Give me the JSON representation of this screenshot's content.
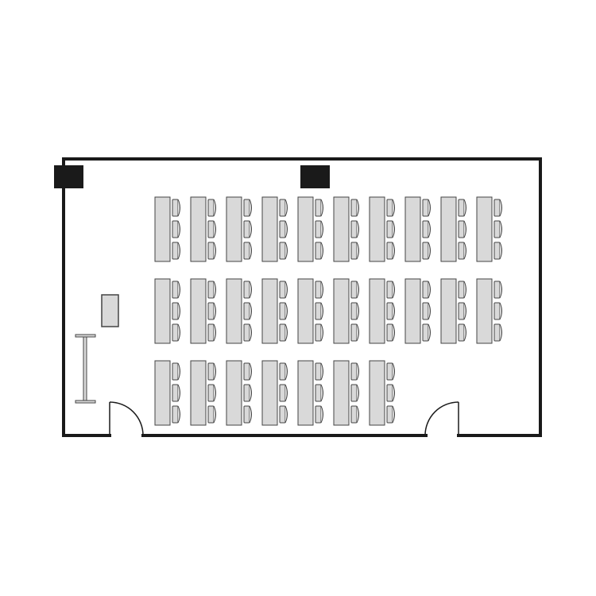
{
  "colors": {
    "background": "#ffffff",
    "wall": "#1a1a1a",
    "furniture_fill": "#d9d9d9",
    "furniture_stroke": "#444444",
    "column_fill": "#1a1a1a"
  },
  "room": {
    "rows": [
      {
        "tables": 10,
        "seats_per_table": 3
      },
      {
        "tables": 10,
        "seats_per_table": 3
      },
      {
        "tables": 7,
        "seats_per_table": 3
      }
    ],
    "doors": 2,
    "columns": 2,
    "lectern": 1,
    "projection_screen": 1
  }
}
